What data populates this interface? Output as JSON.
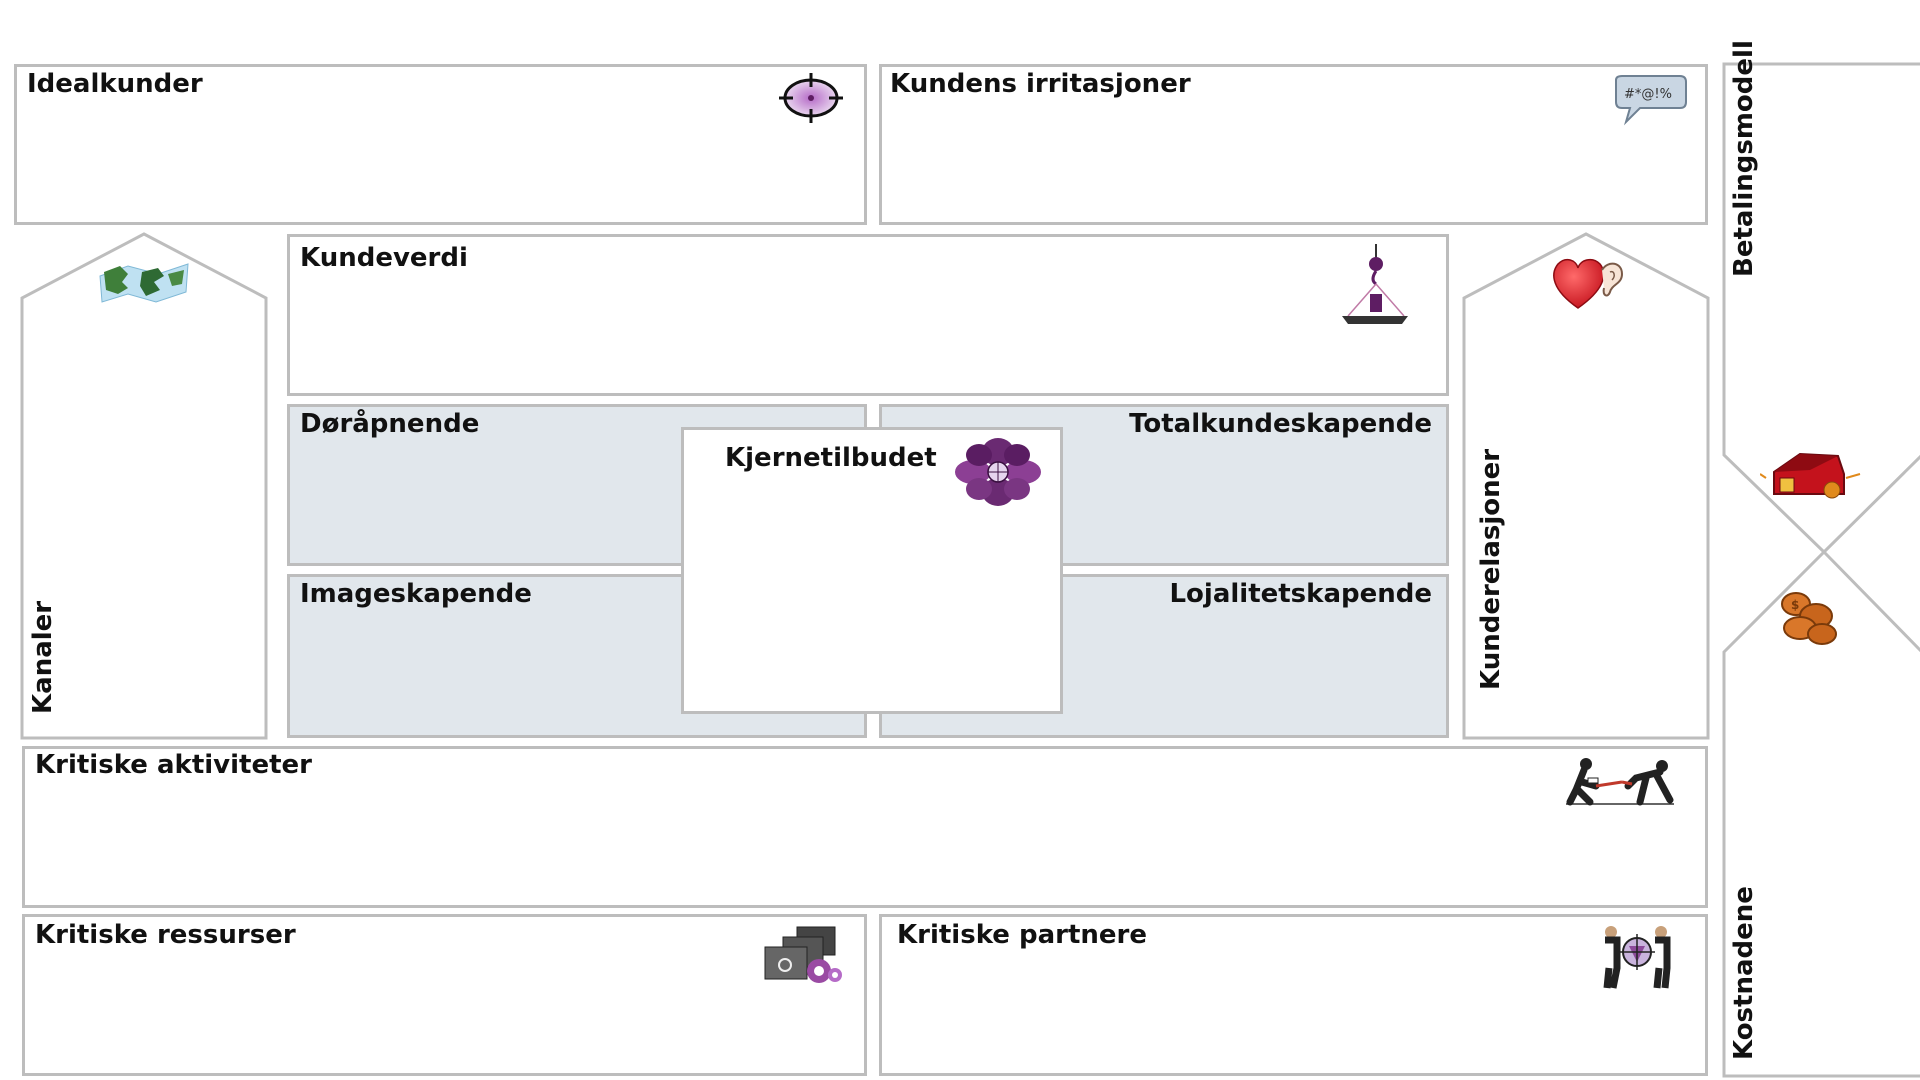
{
  "labels": {
    "idealkunder": "Idealkunder",
    "kundens_irritasjoner": "Kundens irritasjoner",
    "betalingsmodell": "Betalingsmodell",
    "kundeverdi": "Kundeverdi",
    "doraapnende": "Døråpnende",
    "totalkundeskapende": "Totalkundeskapende",
    "kjernetilbudet": "Kjernetilbudet",
    "imageskapende": "Imageskapende",
    "lojalitetskapende": "Lojalitetskapende",
    "kanaler": "Kanaler",
    "kunderelasjoner": "Kunderelasjoner",
    "kritiske_aktiviteter": "Kritiske aktiviteter",
    "kritiske_ressurser": "Kritiske ressurser",
    "kritiske_partnere": "Kritiske partnere",
    "kostnadene": "Kostnadene"
  },
  "icons": {
    "idealkunder": "target-crosshair-icon",
    "kundens_irritasjoner": "speech-bubble-icon",
    "kundeverdi": "scale-weight-icon",
    "kjernetilbudet": "flower-icon",
    "kanaler": "map-icon",
    "kunderelasjoner": "heart-ear-icon",
    "kritiske_aktiviteter": "tug-of-war-icon",
    "kritiske_ressurser": "briefcases-gears-icon",
    "kritiske_partnere": "partners-handshake-icon",
    "betalingsmodell": "piggy-bank-icon",
    "kostnadene": "coins-icon"
  },
  "colors": {
    "border": "#bdbdbd",
    "shaded_fill": "#e1e7ec",
    "accent_purple": "#5e1d63"
  }
}
